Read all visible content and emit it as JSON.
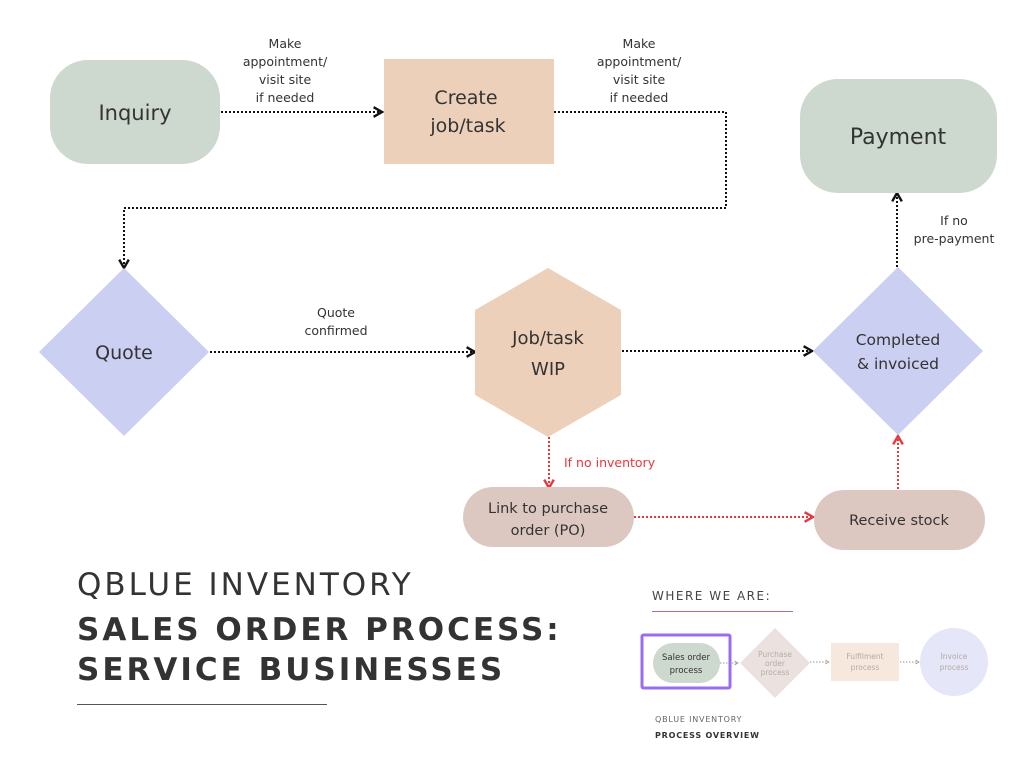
{
  "colors": {
    "green": "#cdd8cf",
    "peach": "#edd0ba",
    "lavender": "#cbcff1",
    "mauve": "#dcc8c0",
    "connector": "#111111",
    "red": "#e8383d",
    "purple_accent": "#9a6cf0"
  },
  "nodes": {
    "inquiry": {
      "label": "Inquiry",
      "shape": "rounded-rect"
    },
    "create_job": {
      "label_lines": [
        "Create",
        "job/task"
      ],
      "shape": "rect"
    },
    "payment": {
      "label": "Payment",
      "shape": "rounded-rect"
    },
    "quote": {
      "label": "Quote",
      "shape": "diamond"
    },
    "job_wip": {
      "label_lines": [
        "Job/task",
        "WIP"
      ],
      "shape": "hexagon"
    },
    "completed": {
      "label_lines": [
        "Completed",
        "& invoiced"
      ],
      "shape": "diamond"
    },
    "link_po": {
      "label_lines": [
        "Link to purchase",
        "order (PO)"
      ],
      "shape": "pill"
    },
    "receive_stock": {
      "label": "Receive stock",
      "shape": "pill"
    }
  },
  "edges": {
    "inquiry_to_create": {
      "label_lines": [
        "Make",
        "appointment/",
        "visit site",
        "if needed"
      ]
    },
    "create_to_quote": {
      "label_lines": [
        "Make",
        "appointment/",
        "visit site",
        "if needed"
      ]
    },
    "quote_to_wip": {
      "label_lines": [
        "Quote",
        "confirmed"
      ]
    },
    "completed_to_payment": {
      "label_lines": [
        "If no",
        "pre-payment"
      ]
    },
    "wip_to_po": {
      "label": "If no inventory"
    }
  },
  "title": {
    "subtitle": "QBLUE INVENTORY",
    "main_line1": "SALES ORDER PROCESS:",
    "main_line2": "SERVICE BUSINESSES"
  },
  "overview": {
    "heading": "WHERE WE ARE:",
    "steps": [
      {
        "label_lines": [
          "Sales order",
          "process"
        ],
        "current": true
      },
      {
        "label_lines": [
          "Purchase",
          "order",
          "process"
        ],
        "current": false
      },
      {
        "label_lines": [
          "Fulfilment",
          "process"
        ],
        "current": false
      },
      {
        "label_lines": [
          "Invoice",
          "process"
        ],
        "current": false
      }
    ],
    "footer_line1": "QBLUE INVENTORY",
    "footer_line2": "PROCESS OVERVIEW"
  }
}
